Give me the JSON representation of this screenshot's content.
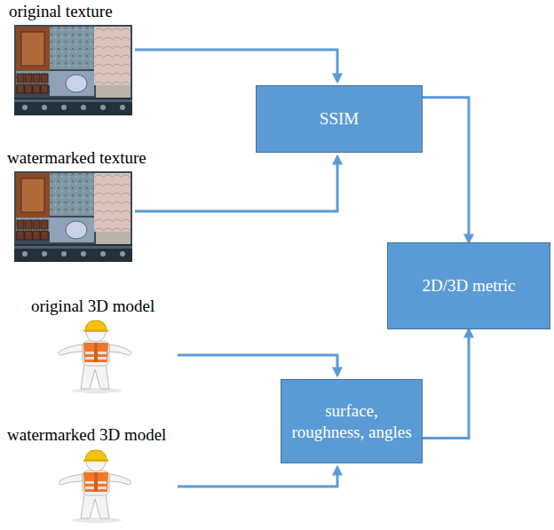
{
  "diagram": {
    "nodes": [
      {
        "text": [
          "SSIM"
        ]
      },
      {
        "text": [
          "2D/3D metric"
        ]
      },
      {
        "text": [
          "surface, roughness, angles"
        ]
      }
    ],
    "edges": [
      {
        "from": 0,
        "to": 1,
        "arrow": "to"
      },
      {
        "from": 2,
        "to": 1,
        "arrow": "to"
      }
    ],
    "labels": [
      "original texture",
      "watermarked texture",
      "original 3D model",
      "watermarked 3D model"
    ]
  }
}
